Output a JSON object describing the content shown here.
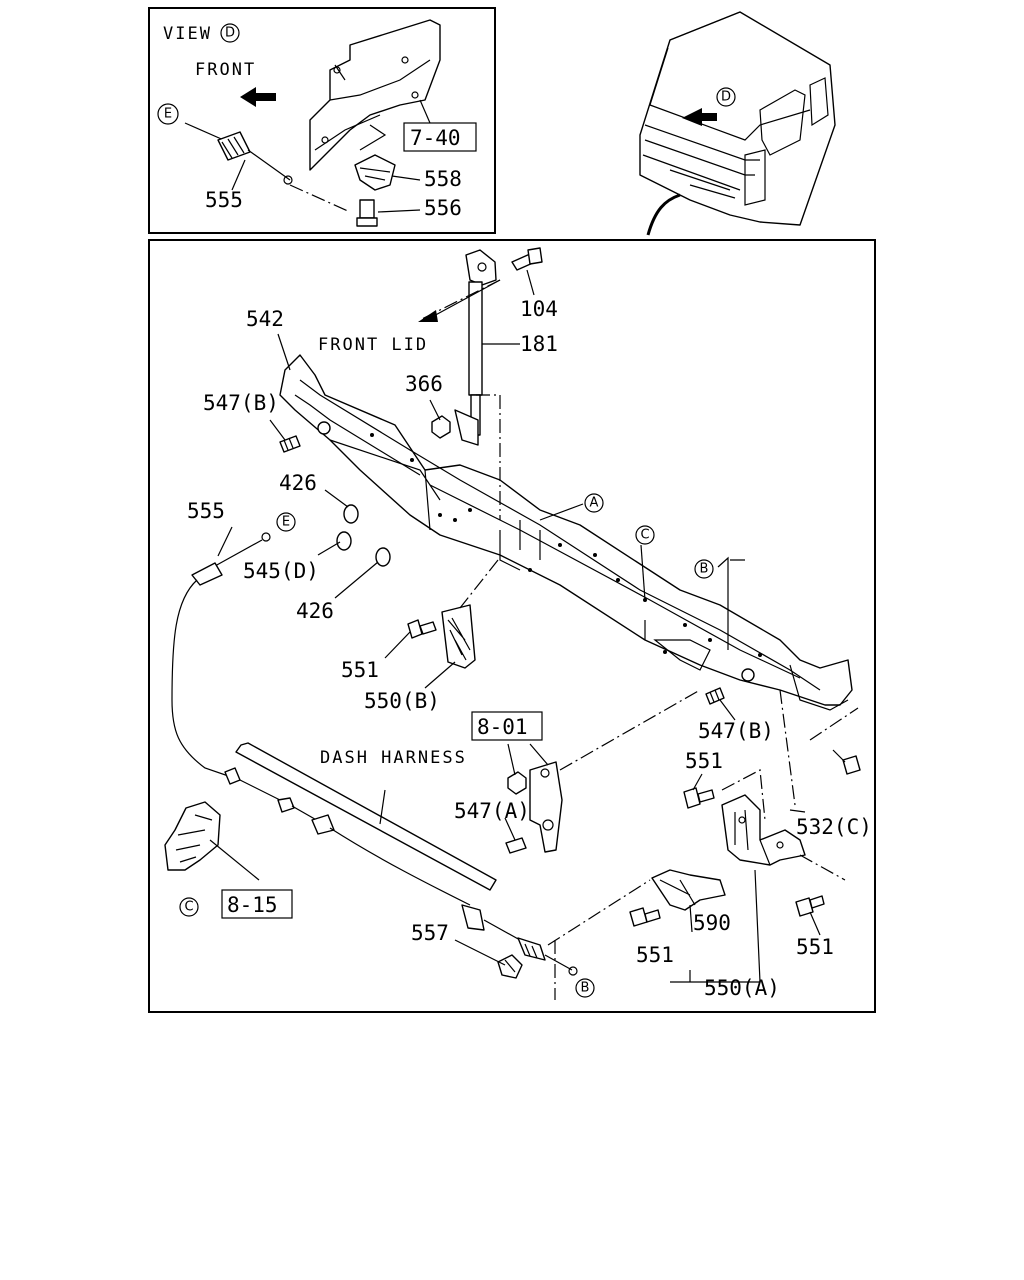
{
  "inset": {
    "view_prefix": "VIEW",
    "view_circle": "D",
    "front_label": "FRONT",
    "ref_box": "7-40",
    "circle_e": "E",
    "parts": {
      "p555": "555",
      "p558": "558",
      "p556": "556"
    }
  },
  "cab": {
    "view_circle": "D"
  },
  "main": {
    "front_lid_label": "FRONT LID",
    "dash_harness_label": "DASH HARNESS",
    "ref_boxes": {
      "r8_01": "8-01",
      "r8_15": "8-15"
    },
    "circles": {
      "a": "A",
      "b1": "B",
      "b2": "B",
      "c1": "C",
      "c2": "C",
      "e": "E"
    },
    "parts": {
      "p104": "104",
      "p542": "542",
      "p181": "181",
      "p366": "366",
      "p547b_top": "547(B)",
      "p426_top": "426",
      "p555": "555",
      "p545d": "545(D)",
      "p426_bot": "426",
      "p551_left": "551",
      "p550b": "550(B)",
      "p547b_right": "547(B)",
      "p551_upper": "551",
      "p532c": "532(C)",
      "p547a": "547(A)",
      "p557": "557",
      "p590": "590",
      "p551_lower": "551",
      "p551_right": "551",
      "p550a": "550(A)"
    }
  }
}
